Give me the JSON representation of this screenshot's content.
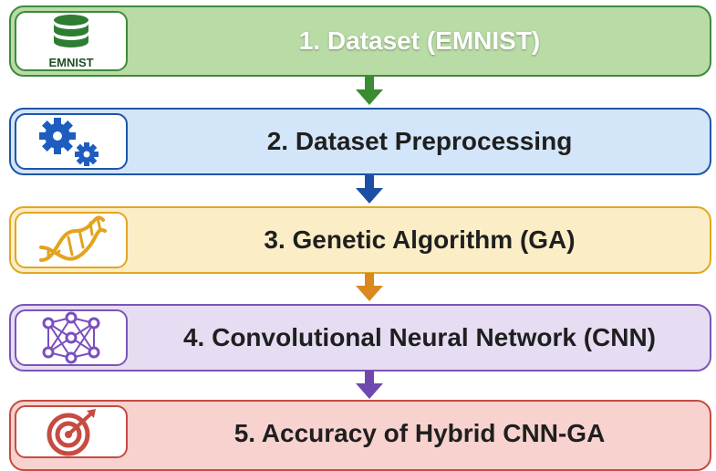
{
  "steps": [
    {
      "label": "1. Dataset (EMNIST)",
      "icon": "database-icon",
      "icon_text": "EMNIST",
      "fill": "#b9dba5",
      "border": "#3f8a3c"
    },
    {
      "label": "2. Dataset Preprocessing",
      "icon": "gears-icon",
      "fill": "#d3e5f9",
      "border": "#1e56a8"
    },
    {
      "label": "3. Genetic Algorithm (GA)",
      "icon": "dna-icon",
      "fill": "#fbedc6",
      "border": "#e1a722"
    },
    {
      "label": "4. Convolutional Neural Network (CNN)",
      "icon": "neural-network-icon",
      "fill": "#e6ddf3",
      "border": "#7a56b8"
    },
    {
      "label": "5. Accuracy of Hybrid CNN-GA",
      "icon": "target-icon",
      "fill": "#f7d2ce",
      "border": "#c64b42"
    }
  ],
  "arrows": [
    {
      "icon": "arrow-down-icon",
      "color": "#3b8a34"
    },
    {
      "icon": "arrow-down-icon",
      "color": "#1c4fa3"
    },
    {
      "icon": "arrow-down-icon",
      "color": "#d9891e"
    },
    {
      "icon": "arrow-down-icon",
      "color": "#6e48b0"
    }
  ]
}
